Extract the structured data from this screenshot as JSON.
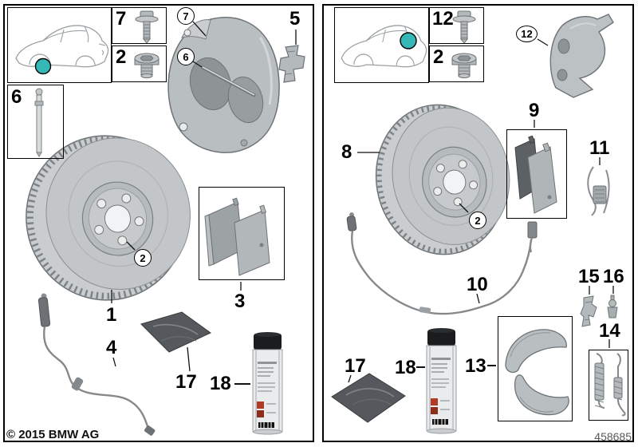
{
  "colors": {
    "highlight": "#35b8b5"
  },
  "footer": {
    "copyright": "© 2015 BMW AG",
    "doc_number": "458685"
  },
  "left_panel": {
    "thumbnail_labels": {
      "bolt": "7",
      "plug": "2",
      "pin": "6"
    },
    "callouts": {
      "caliper_bolt": "7",
      "guide_pin": "6",
      "wheel_bolt": "2"
    },
    "part_labels": {
      "retaining_spring": "5",
      "brake_disc": "1",
      "wear_sensor": "4",
      "brake_pads": "3",
      "grease": "17",
      "cleaner": "18"
    }
  },
  "right_panel": {
    "thumbnail_labels": {
      "bolt": "12",
      "plug": "2"
    },
    "callouts": {
      "carrier": "12",
      "wheel_bolt": "2"
    },
    "part_labels": {
      "brake_disc": "8",
      "brake_pads": "9",
      "wear_sensor": "10",
      "spring_clip": "11",
      "brake_shoes": "13",
      "spring_set": "14",
      "adjuster": "15",
      "expander": "16",
      "grease": "17",
      "cleaner": "18"
    }
  }
}
